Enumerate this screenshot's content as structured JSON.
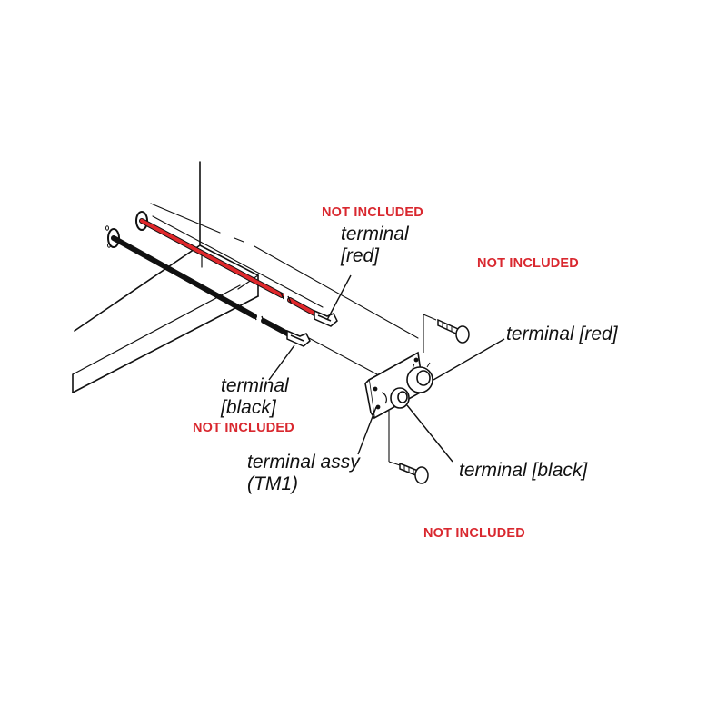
{
  "labels": {
    "terminal_red_wire_1": "terminal",
    "terminal_red_wire_2": "[red]",
    "terminal_black_wire_1": "terminal",
    "terminal_black_wire_2": "[black]",
    "terminal_red_post": "terminal [red]",
    "terminal_black_post": "terminal [black]",
    "terminal_assy_1": "terminal assy",
    "terminal_assy_2": "(TM1)"
  },
  "notices": {
    "red_wire_terminal": "NOT INCLUDED",
    "top_screw": "NOT INCLUDED",
    "black_wire_terminal": "NOT INCLUDED",
    "bottom_screw": "NOT INCLUDED"
  },
  "colors": {
    "red_wire": "#e0282c",
    "black_wire": "#111111",
    "notice": "#d9282f"
  }
}
